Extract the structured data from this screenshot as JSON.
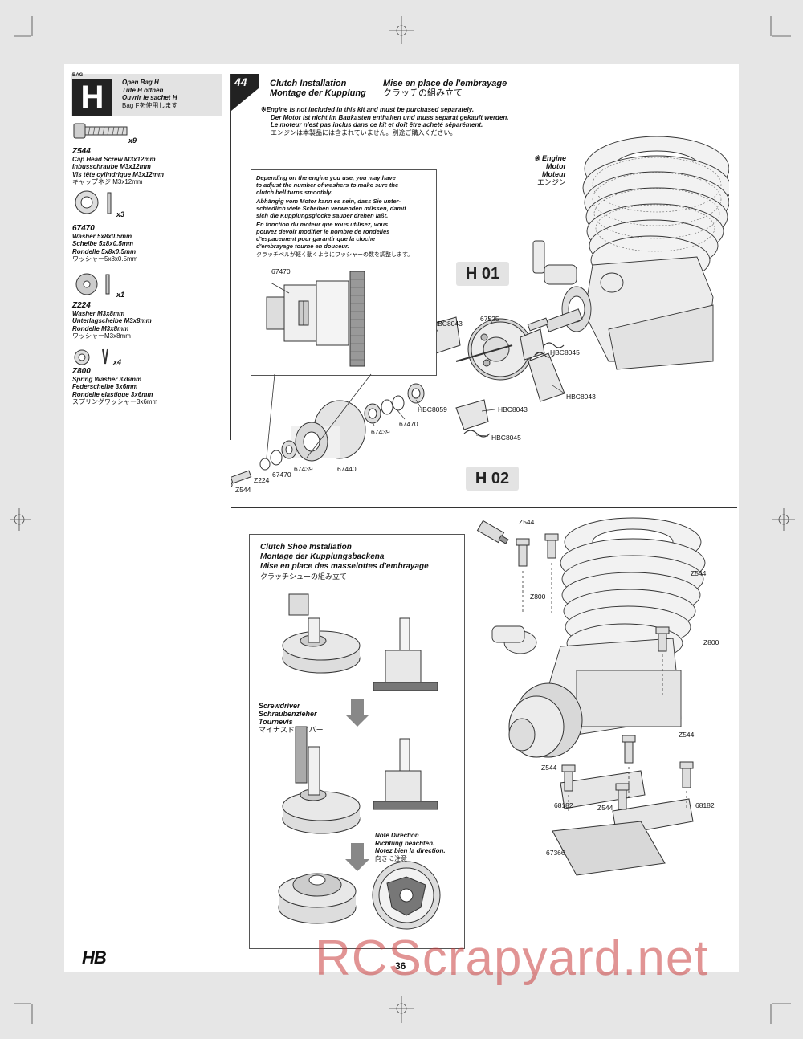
{
  "bag": {
    "tag": "BAG",
    "letter": "H",
    "lines": [
      "Open Bag H",
      "Tüte H öffnen",
      "Ouvrir le sachet H",
      "Bag Fを使用します"
    ]
  },
  "parts": [
    {
      "code": "Z544",
      "qty": "x9",
      "lines": [
        "Cap Head Screw M3x12mm",
        "Inbusschraube M3x12mm",
        "Vis tête cylindrique M3x12mm",
        "キャップネジ M3x12mm"
      ]
    },
    {
      "code": "67470",
      "qty": "x3",
      "lines": [
        "Washer 5x8x0.5mm",
        "Scheibe 5x8x0.5mm",
        "Rondelle 5x8x0.5mm",
        "ワッシャー5x8x0.5mm"
      ]
    },
    {
      "code": "Z224",
      "qty": "x1",
      "lines": [
        "Washer M3x8mm",
        "Unterlagscheibe M3x8mm",
        "Rondelle M3x8mm",
        "ワッシャーM3x8mm"
      ]
    },
    {
      "code": "Z800",
      "qty": "x4",
      "lines": [
        "Spring Washer 3x6mm",
        "Federscheibe 3x6mm",
        "Rondelle elastique 3x6mm",
        "スプリングワッシャー3x6mm"
      ]
    }
  ],
  "step": {
    "number": "44",
    "title_en": "Clutch Installation",
    "title_de": "Montage der Kupplung",
    "title_fr": "Mise en place de l'embrayage",
    "title_jp": "クラッチの組み立て"
  },
  "engine_note": {
    "mark": "※",
    "lines": [
      "Engine is not included in this kit and must be purchased separately.",
      "Der Motor ist nicht im Baukasten enthalten und muss separat gekauft werden.",
      "Le moteur n'est pas inclus dans ce kit et doit être acheté séparément.",
      "エンジンは本製品には含まれていません。別途ご購入ください。"
    ]
  },
  "engine_label": [
    "※ Engine",
    "Motor",
    "Moteur",
    "エンジン"
  ],
  "washer_note": {
    "en": [
      "Depending on the engine you use, you may have",
      "to adjust the number of washers to make sure the",
      "clutch bell turns smoothly."
    ],
    "de": [
      "Abhängig vom Motor kann es sein, dass Sie unter-",
      "schiedlich viele Scheiben verwenden müssen, damit",
      "sich die Kupplungsglocke sauber drehen läßt."
    ],
    "fr": [
      "En fonction du moteur que vous utilisez, vous",
      "pouvez devoir modifier le nombre de rondelles",
      "d'espacement pour garantir que la cloche",
      "d'embrayage tourne en douceur."
    ],
    "jp": "クラッチベルが軽く動くようにワッシャーの数を調整します。",
    "part": "67470"
  },
  "sub_steps": [
    "H 01",
    "H 02"
  ],
  "h01_labels": {
    "hbc8045": "HBC8045",
    "hbc8043": "HBC8043",
    "hbc8059": "HBC8059",
    "p67525": "67525",
    "p67470": "67470",
    "p67439": "67439",
    "p67440": "67440",
    "z224": "Z224",
    "z544": "Z544"
  },
  "shoe_panel": {
    "title": [
      "Clutch Shoe Installation",
      "Montage der Kupplungsbackena",
      "Mise en place des masselottes d'embrayage",
      "クラッチシューの組み立て"
    ],
    "tool": [
      "Screwdriver",
      "Schraubenzieher",
      "Tournevis",
      "マイナスドライバー"
    ],
    "direction": [
      "Note Direction",
      "Richtung beachten.",
      "Notez bien la direction.",
      "向きに注意"
    ]
  },
  "h02_labels": {
    "z544": "Z544",
    "z800": "Z800",
    "p68182": "68182",
    "p67366": "67366"
  },
  "page_number": "36",
  "logo": "HB",
  "watermark": "RCScrapyard.net"
}
